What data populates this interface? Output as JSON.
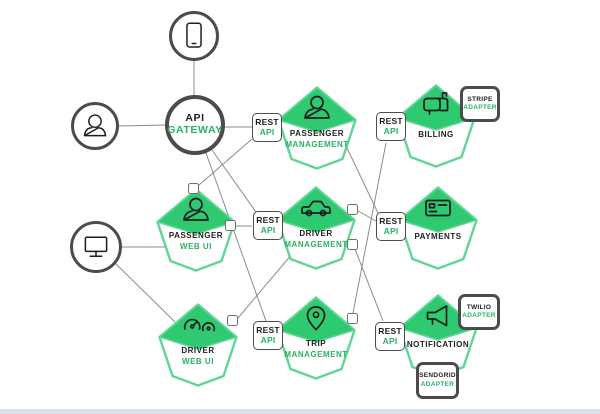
{
  "colors": {
    "bg": "#ffffff",
    "green": "#2ec971",
    "green_border": "#5fd694",
    "green_text": "#29b165",
    "ink": "#1e1e1e",
    "circle_border": "#4b4b4b",
    "line": "#8b8b8b",
    "bottom_strip": "#dce1e7"
  },
  "clients": [
    {
      "id": "mobile",
      "icon": "smartphone-icon"
    },
    {
      "id": "user",
      "icon": "user-icon"
    },
    {
      "id": "browser",
      "icon": "desktop-icon"
    }
  ],
  "gateway": {
    "line1": "API",
    "line2": "GATEWAY"
  },
  "rest": {
    "line1": "REST",
    "line2": "API"
  },
  "services": [
    {
      "line1": "PASSENGER",
      "line2": "MANAGEMENT",
      "icon": "person-icon"
    },
    {
      "line1": "DRIVER",
      "line2": "MANAGEMENT",
      "icon": "car-icon"
    },
    {
      "line1": "TRIP",
      "line2": "MANAGEMENT",
      "icon": "location-pin-icon"
    },
    {
      "line1": "PASSENGER",
      "line2": "WEB UI",
      "icon": "person-icon"
    },
    {
      "line1": "DRIVER",
      "line2": "WEB UI",
      "icon": "gauges-icon"
    },
    {
      "line1": "BILLING",
      "line2": "",
      "icon": "mailbox-icon"
    },
    {
      "line1": "PAYMENTS",
      "line2": "",
      "icon": "credit-card-icon"
    },
    {
      "line1": "NOTIFICATION",
      "line2": "",
      "icon": "megaphone-icon"
    }
  ],
  "adapters": [
    {
      "line1": "STRIPE",
      "line2": "ADAPTER"
    },
    {
      "line1": "TWILIO",
      "line2": "ADAPTER"
    },
    {
      "line1": "SENDGRID",
      "line2": "ADAPTER"
    }
  ]
}
